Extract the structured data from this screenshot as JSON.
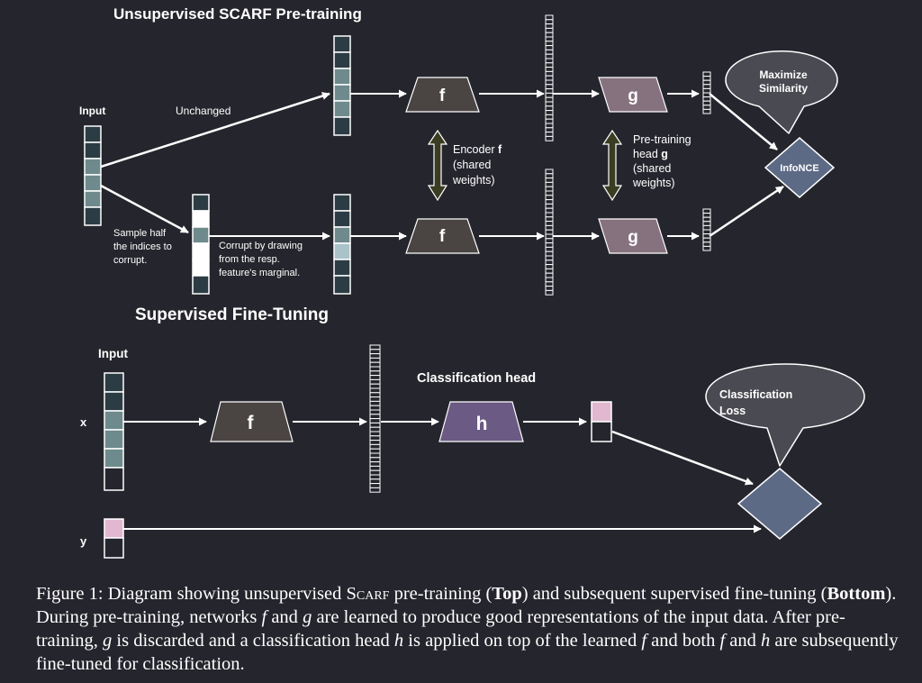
{
  "pretrain": {
    "title": "Unsupervised SCARF Pre-training",
    "input_label": "Input",
    "unchanged_label": "Unchanged",
    "sample_note": [
      "Sample half",
      "the indices to",
      "corrupt."
    ],
    "corrupt_note": [
      "Corrupt by drawing",
      "from the resp.",
      "feature's marginal."
    ],
    "encoder_label": "f",
    "head_label": "g",
    "encoder_note": [
      "Encoder ",
      "f",
      "(shared",
      "weights)"
    ],
    "head_note": [
      "Pre-training",
      "head ",
      "g",
      "(shared",
      "weights)"
    ],
    "loss_bubble": [
      "Maximize",
      "Similarity"
    ],
    "loss_node": "InfoNCE"
  },
  "finetune": {
    "title": "Supervised Fine-Tuning",
    "input_label": "Input",
    "x_label": "x",
    "y_label": "y",
    "encoder_label": "f",
    "head_title": "Classification head",
    "head_label": "h",
    "loss_bubble": [
      "Classification",
      "Loss"
    ]
  },
  "caption": {
    "prefix": "Figure 1:  Diagram showing unsupervised ",
    "scarf": "Scarf",
    "p1": " pre-training (",
    "top": "Top",
    "p2": ") and subsequent supervised fine-tuning (",
    "bottom": "Bottom",
    "p3": "). During pre-training, networks ",
    "f1": "f",
    "p4": " and ",
    "g1": "g",
    "p5": " are learned to produce good representations of the input data. After pre-training, ",
    "g2": "g",
    "p6": " is discarded and a classification head ",
    "h1": "h",
    "p7": " is applied on top of the learned ",
    "f2": "f",
    "p8": " and both ",
    "f3": "f",
    "p9": " and ",
    "h2": "h",
    "p10": " are subsequently fine-tuned for classification."
  },
  "colors": {
    "background": "#25252d",
    "encoder": "#4a4443",
    "head_g": "#86727f",
    "head_h": "#6a5a84",
    "node": "#5d6a85",
    "bubble": "#4a4a52",
    "cell_dark": "#2c3c44",
    "cell_mid": "#6e8a8c",
    "cell_light": "#a9c3c9",
    "cell_pink": "#e2b7d0",
    "olive_arrow": "#3b3d22"
  }
}
